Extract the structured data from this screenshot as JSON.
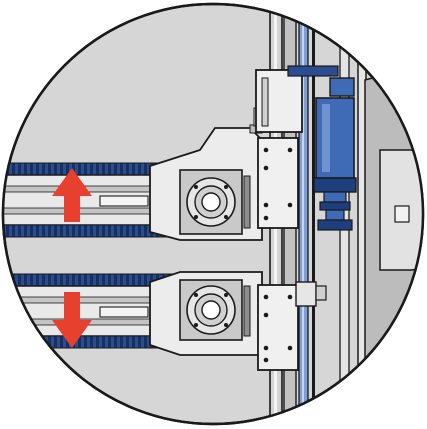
{
  "diagram": {
    "colors": {
      "background": "#ffffff",
      "circle_fill": "#d6d6d6",
      "outline": "#1a1a1a",
      "part_light": "#ececec",
      "part_mid": "#c9c9c9",
      "part_dark": "#8e8e8e",
      "belt_blue": "#2b4c8e",
      "belt_blue_dark": "#16305f",
      "motor_blue": "#3f6ab5",
      "motor_blue_dark": "#1e3f7e",
      "arrow_red": "#e8402f",
      "rod_blue": "#7d9fd4"
    },
    "arrows": [
      {
        "name": "up-arrow",
        "direction": "up"
      },
      {
        "name": "down-arrow",
        "direction": "down"
      }
    ],
    "carriages": 2
  }
}
